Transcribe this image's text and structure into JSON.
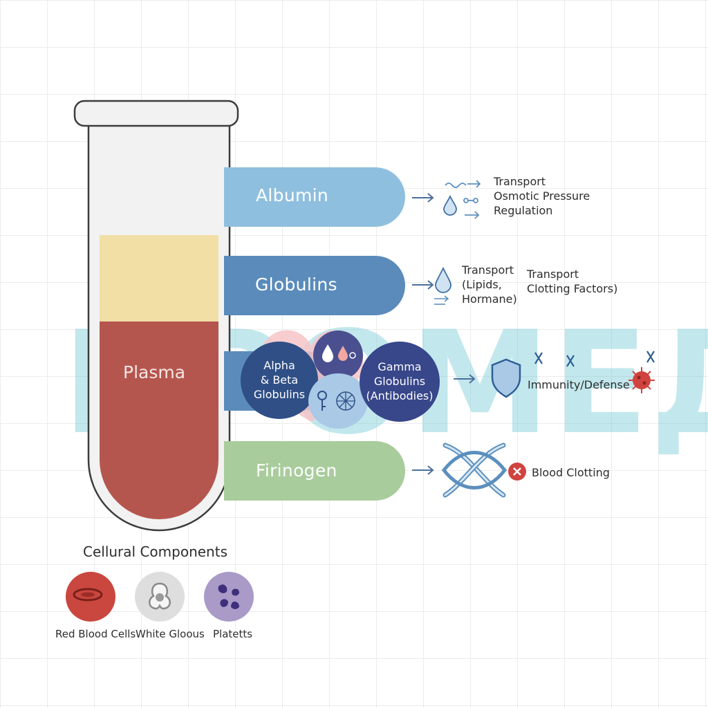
{
  "bars": [
    {
      "label": "Albumin",
      "color": "#8fbfde"
    },
    {
      "label": "Globulins",
      "color": "#5a8bbb"
    },
    {
      "label": "Firinogen",
      "color": "#a9cc9c"
    }
  ],
  "albumin_functions": [
    "Transport",
    "Osmotic Pressure",
    "Regulation"
  ],
  "globulin_functions_a": [
    "Transport",
    "(Lipids,",
    "Hormane)"
  ],
  "globulin_functions_b": [
    "Transport",
    "Clotting Factors)"
  ],
  "alpha_beta": [
    "Alpha",
    "& Beta",
    "Globulins"
  ],
  "gamma": [
    "Gamma",
    "Globulins",
    "(Antibodies)"
  ],
  "immunity_label": "Immunity/Defense",
  "clotting_label": "Blood Clotting",
  "tube": {
    "plasma_label": "Plasma",
    "plasma_color": "#f1dfa6",
    "blood_color": "#b5564e"
  },
  "cellular": {
    "title": "Cellural Components",
    "items": [
      {
        "label": "Red Blood Cells",
        "color": "#c9473f"
      },
      {
        "label": "White Gloous",
        "color": "#dedede"
      },
      {
        "label": "Platetts",
        "color": "#a99ac8"
      }
    ]
  },
  "watermark": "ПРОМЕД",
  "colors": {
    "navy": "#2f4f86",
    "arrow": "#4a6f9c",
    "icon_blue": "#5b8fbe",
    "red_x": "#d0433f"
  }
}
